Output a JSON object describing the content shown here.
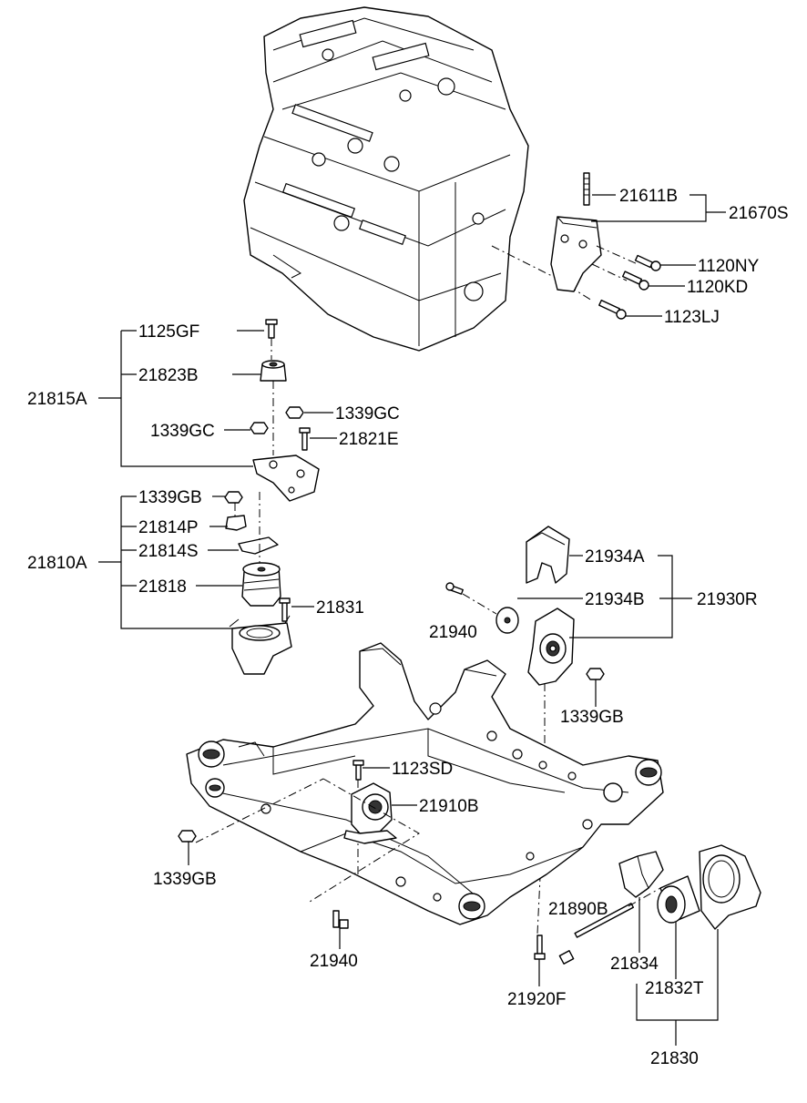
{
  "labels": {
    "l21611B": "21611B",
    "l21670S": "21670S",
    "l1120NY": "1120NY",
    "l1120KD": "1120KD",
    "l1123LJ": "1123LJ",
    "l1125GF": "1125GF",
    "l21823B": "21823B",
    "l21815A": "21815A",
    "l1339GC_a": "1339GC",
    "l1339GC_b": "1339GC",
    "l21821E": "21821E",
    "l1339GB_a": "1339GB",
    "l21814P": "21814P",
    "l21814S": "21814S",
    "l21810A": "21810A",
    "l21818": "21818",
    "l21831": "21831",
    "l21934A": "21934A",
    "l21934B": "21934B",
    "l21930R": "21930R",
    "l21940_a": "21940",
    "l1339GB_b": "1339GB",
    "l1123SD": "1123SD",
    "l21910B": "21910B",
    "l1339GB_c": "1339GB",
    "l21940_b": "21940",
    "l21890B": "21890B",
    "l21834": "21834",
    "l21832T": "21832T",
    "l21920F": "21920F",
    "l21830": "21830"
  }
}
